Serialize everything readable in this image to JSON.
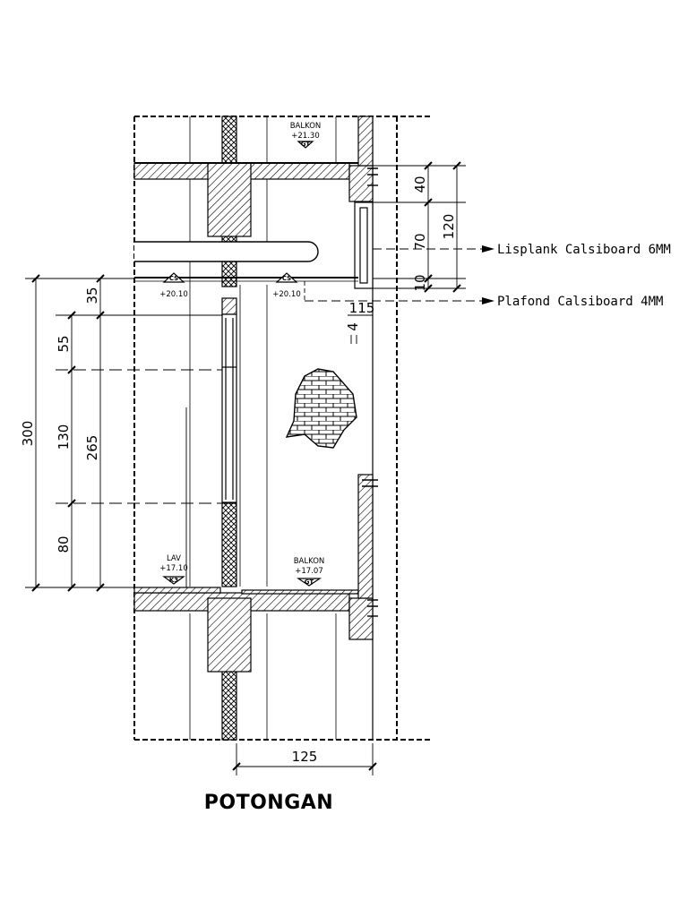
{
  "title": "POTONGAN",
  "levels": {
    "balkon_top": {
      "label": "BALKON",
      "elevation": "+21.30",
      "tag": "GT"
    },
    "ceiling_left": {
      "elevation": "+20.10",
      "tag": "CS"
    },
    "ceiling_right": {
      "elevation": "+20.10",
      "tag": "CS"
    },
    "lav": {
      "label": "LAV",
      "elevation": "+17.10",
      "tag": "K3"
    },
    "balkon_bottom": {
      "label": "BALKON",
      "elevation": "+17.07",
      "tag": "GT"
    }
  },
  "dimensions": {
    "d300": "300",
    "d35": "35",
    "d55": "55",
    "d130": "130",
    "d265": "265",
    "d80": "80",
    "d40": "40",
    "d70": "70",
    "d10": "10",
    "d120": "120",
    "d115": "115",
    "d4": "4",
    "d125": "125"
  },
  "notes": {
    "lisplank": "Lisplank Calsiboard 6MM",
    "plafond": "Plafond Calsiboard 4MM"
  }
}
